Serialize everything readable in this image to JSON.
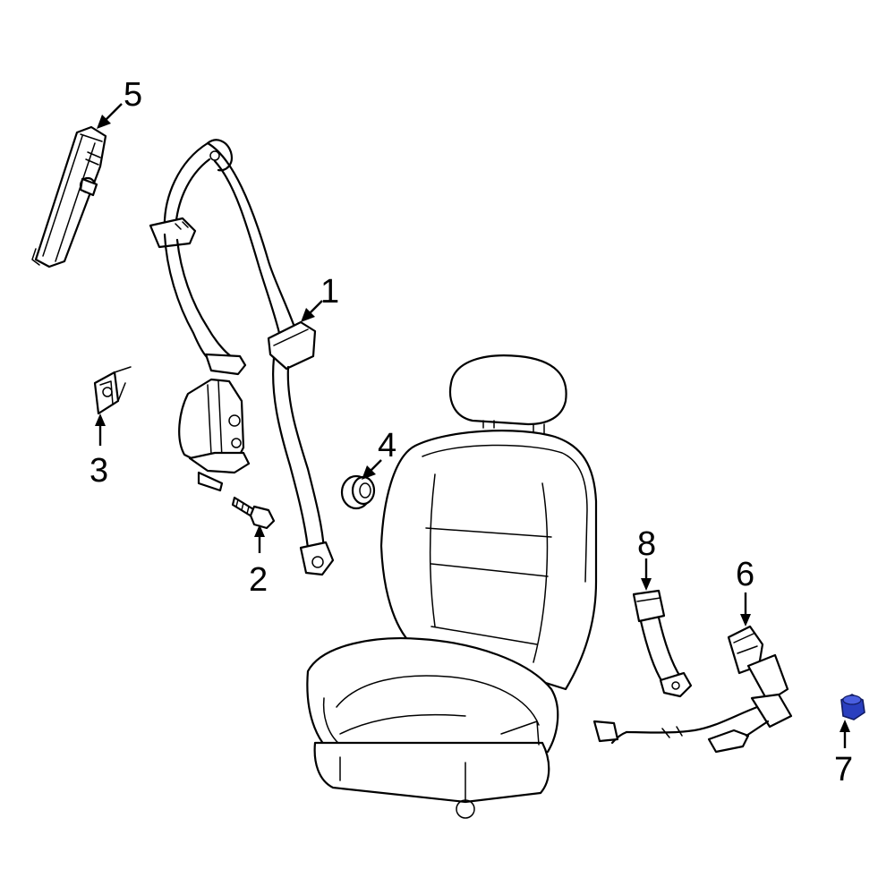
{
  "callouts": {
    "c1": "1",
    "c2": "2",
    "c3": "3",
    "c4": "4",
    "c5": "5",
    "c6": "6",
    "c7": "7",
    "c8": "8"
  },
  "colors": {
    "line": "#000000",
    "highlight_part": "#2a3fbf",
    "background": "#ffffff"
  },
  "highlighted_callout": "7"
}
